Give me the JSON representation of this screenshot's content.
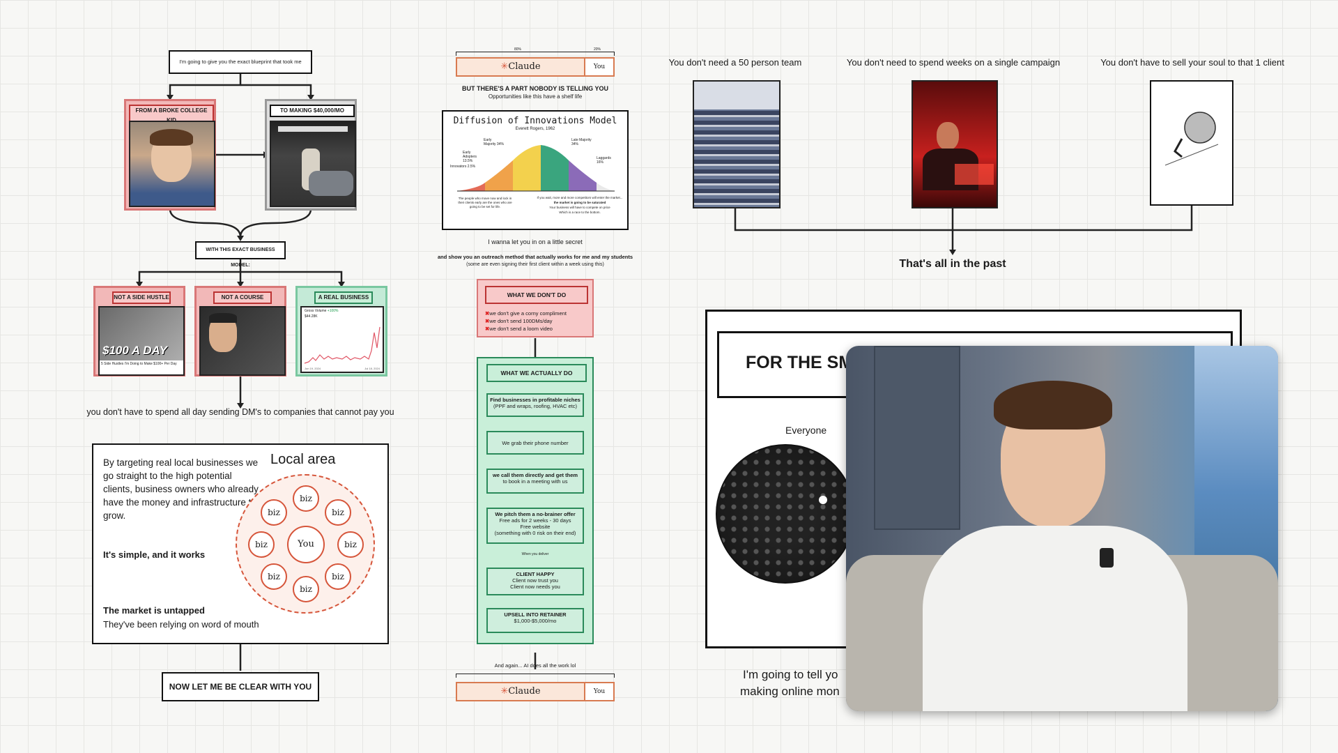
{
  "left_flow": {
    "top_box": "I'm going to give you the exact blueprint that took me",
    "from_label": "FROM A BROKE COLLEGE KID",
    "to_label": "TO MAKING $40,000/MO",
    "model_label": "WITH THIS EXACT BUSINESS MODEL:",
    "cards": [
      {
        "label": "NOT A SIDE HUSTLE",
        "overlay": "$100 A DAY",
        "caption": "5 Side Hustles I'm Doing to Make $100+ Per Day"
      },
      {
        "label": "NOT A COURSE"
      },
      {
        "label": "A REAL BUSINESS",
        "metric_title": "Gross Volume",
        "metric_change": "+100%",
        "metric_value": "$44.28K",
        "axis_left": "Jun 19, 2024",
        "axis_right": "Jul 18, 2024"
      }
    ],
    "dm_text": "you don't have to spend all day sending DM's to companies that cannot pay you",
    "local_box": {
      "para": "By targeting real local businesses we go straight to the high potential clients, business owners who already have the money and infrastructure to grow.",
      "simple": "It's simple, and it works",
      "untapped_title": "The market is untapped",
      "untapped_sub": "They've been relying on word of mouth",
      "area_title": "Local area",
      "center": "You",
      "biz": [
        "biz",
        "biz",
        "biz",
        "biz",
        "biz",
        "biz",
        "biz",
        "biz"
      ]
    },
    "clear_box": "NOW LET ME BE CLEAR WITH YOU"
  },
  "middle_flow": {
    "bar_pct_left": "80%",
    "bar_pct_right": "20%",
    "claude_label": "Claude",
    "you_label": "You",
    "secret_title": "BUT THERE'S A PART NOBODY IS TELLING YOU",
    "secret_sub": "Opportunities like this have a shelf life",
    "diffusion": {
      "title": "Diffusion of Innovations Model",
      "author": "Everett Rogers, 1962",
      "labels": [
        "Innovators 2.5%",
        "Early Adopters 13.5%",
        "Early Majority 34%",
        "Late Majority 34%",
        "Laggards 16%"
      ],
      "left_note": "The people who move now and lock in their clients early are the ones who are going to be set for life.",
      "right_note": "If you wait, more and more competitors will enter the market...",
      "right_bold": "the market is going to be saturated",
      "right_sub": "Your business will have to compete on price",
      "right_end": "Which is a race to the bottom."
    },
    "secret_line": "I wanna let you in on a little secret",
    "method_line": "and show you an outreach method that actually works for me and my students",
    "method_sub": "(some are even signing their first client within a week using this)",
    "dont_title": "WHAT WE DON'T DO",
    "dont_items": [
      "we don't give a corny compliment",
      "we don't send 100DMs/day",
      "we don't send a loom video"
    ],
    "do_title": "WHAT WE ACTUALLY DO",
    "do_items": [
      {
        "bold": "Find businesses in profitable niches",
        "sub": "(PPF and wraps, roofing, HVAC etc)"
      },
      {
        "bold": "",
        "sub": "We grab their phone number"
      },
      {
        "bold": "we call them directly and get them",
        "sub": "to book in a meeting with us"
      },
      {
        "bold": "We pitch them a no-brainer offer",
        "sub": "Free ads for 2 weeks - 30 days\nFree website\n(something with 0 risk on their end)"
      },
      {
        "bold": "CLIENT HAPPY",
        "sub": "Client now trust you\nClient now needs you"
      },
      {
        "bold": "UPSELL INTO RETAINER",
        "sub": "$1,000-$5,000/mo"
      }
    ],
    "when_deliver": "When you deliver",
    "again_line": "And again... AI does all the work lol"
  },
  "right_flow": {
    "captions": [
      "You don't need a 50 person team",
      "You don't need to spend weeks on a single campaign",
      "You don't have to sell your soul to that 1 client"
    ],
    "past": "That's all in the past",
    "big_title": "FOR THE SM",
    "everyone": "Everyone",
    "bottom_text_1": "I'm going to tell yo",
    "bottom_text_2": "making online mon"
  }
}
